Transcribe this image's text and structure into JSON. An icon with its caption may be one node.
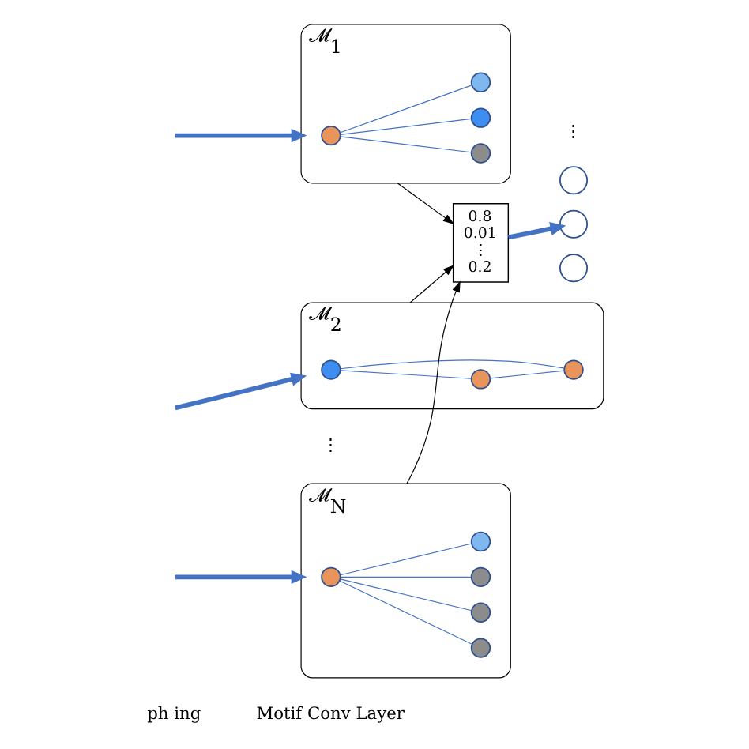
{
  "diagram": {
    "nodes": [
      {
        "text": [
          "𝓜$_{1}$"
        ]
      },
      {
        "text": [],
        "shape": "circle",
        "in": 0
      },
      {
        "text": [],
        "shape": "circle",
        "in": 0
      },
      {
        "text": [],
        "shape": "circle",
        "in": 0
      },
      {
        "text": [],
        "shape": "circle",
        "in": 0
      },
      {
        "text": [
          "𝓜$_{2}$"
        ]
      },
      {
        "text": [],
        "shape": "circle",
        "in": 5
      },
      {
        "text": [],
        "shape": "circle",
        "in": 5
      },
      {
        "text": [],
        "shape": "circle",
        "in": 5
      },
      {
        "text": [
          "𝓜$_{N}$"
        ]
      },
      {
        "text": [],
        "shape": "circle",
        "in": 9
      },
      {
        "text": [],
        "shape": "circle",
        "in": 9
      },
      {
        "text": [],
        "shape": "circle",
        "in": 9
      },
      {
        "text": [],
        "shape": "circle",
        "in": 9
      },
      {
        "text": [],
        "shape": "circle",
        "in": 9
      },
      {
        "text": [
          "0.8",
          "0.01",
          "⋮",
          "0.2"
        ]
      },
      {
        "text": [],
        "shape": "circle"
      },
      {
        "text": [],
        "shape": "circle"
      },
      {
        "text": [],
        "shape": "circle"
      }
    ],
    "edges": [
      {
        "from": null,
        "to": 0,
        "arrow": "to",
        "style": "thick",
        "color": "#4472c4"
      },
      {
        "from": null,
        "to": 5,
        "arrow": "to",
        "style": "thick",
        "color": "#4472c4"
      },
      {
        "from": null,
        "to": 9,
        "arrow": "to",
        "style": "thick",
        "color": "#4472c4"
      },
      {
        "from": 2,
        "to": 1,
        "arrow": "none",
        "color": "#4472c4"
      },
      {
        "from": 2,
        "to": 3,
        "arrow": "none",
        "color": "#4472c4"
      },
      {
        "from": 2,
        "to": 4,
        "arrow": "none",
        "color": "#4472c4"
      },
      {
        "from": 6,
        "to": 7,
        "arrow": "none",
        "color": "#4472c4"
      },
      {
        "from": 6,
        "to": 8,
        "arrow": "none",
        "color": "#4472c4"
      },
      {
        "from": 7,
        "to": 8,
        "arrow": "none",
        "color": "#4472c4"
      },
      {
        "from": 12,
        "to": 10,
        "arrow": "none",
        "color": "#4472c4"
      },
      {
        "from": 12,
        "to": 11,
        "arrow": "none",
        "color": "#4472c4"
      },
      {
        "from": 12,
        "to": 13,
        "arrow": "none",
        "color": "#4472c4"
      },
      {
        "from": 12,
        "to": 14,
        "arrow": "none",
        "color": "#4472c4"
      },
      {
        "from": 0,
        "to": 15,
        "arrow": "to",
        "color": "#000000"
      },
      {
        "from": 5,
        "to": 15,
        "arrow": "to",
        "color": "#000000"
      },
      {
        "from": 9,
        "to": 15,
        "arrow": "to",
        "color": "#000000"
      },
      {
        "from": 15,
        "to": 17,
        "arrow": "to",
        "style": "thick",
        "color": "#4472c4"
      }
    ],
    "labels": [
      "ph ing",
      "Motif Conv Layer",
      "⋮",
      "⋮"
    ]
  }
}
